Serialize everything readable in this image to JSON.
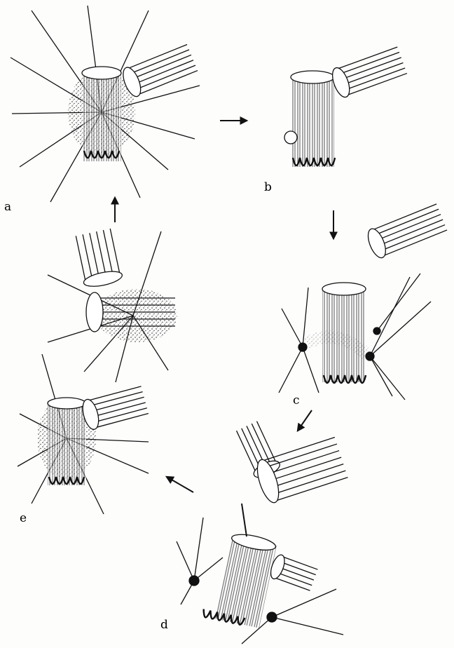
{
  "figure": {
    "panels": [
      {
        "id": "a",
        "label": "a"
      },
      {
        "id": "b",
        "label": "b"
      },
      {
        "id": "c",
        "label": "c"
      },
      {
        "id": "d",
        "label": "d"
      },
      {
        "id": "e",
        "label": "e"
      }
    ],
    "colors": {
      "ink": "#111111",
      "paper": "#fdfdfc"
    }
  }
}
